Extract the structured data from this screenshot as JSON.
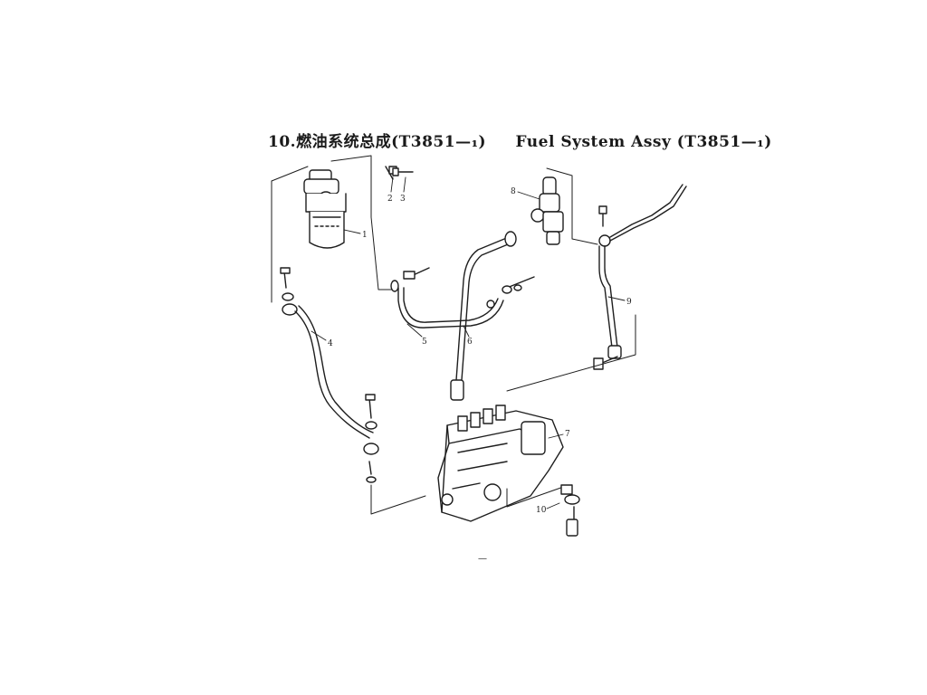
{
  "header": {
    "title_cn": "10.燃油系统总成(T3851—₁)",
    "title_en": "Fuel System Assy (T3851—₁)"
  },
  "callouts": [
    {
      "id": "c1",
      "label": "1"
    },
    {
      "id": "c2",
      "label": "2"
    },
    {
      "id": "c3",
      "label": "3"
    },
    {
      "id": "c4",
      "label": "4"
    },
    {
      "id": "c5",
      "label": "5"
    },
    {
      "id": "c6",
      "label": "6"
    },
    {
      "id": "c7",
      "label": "7"
    },
    {
      "id": "c8",
      "label": "8"
    },
    {
      "id": "c9",
      "label": "9"
    },
    {
      "id": "c10",
      "label": "10"
    }
  ],
  "page_number": "—"
}
